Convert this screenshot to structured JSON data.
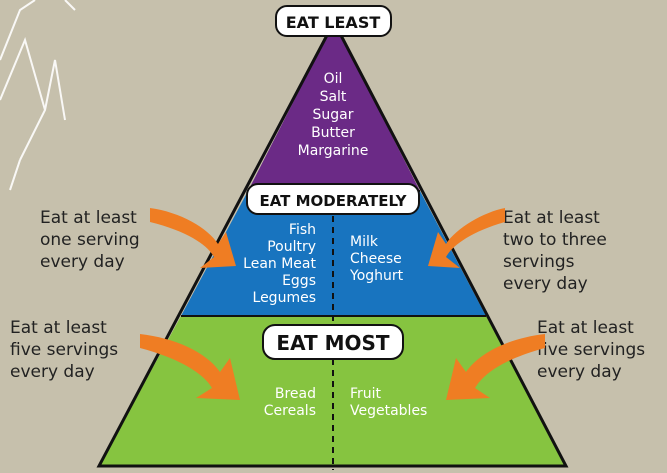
{
  "colors": {
    "background": "#c6c0ac",
    "top_tier": "#6b2a86",
    "middle_tier": "#1874bf",
    "bottom_tier": "#86c440",
    "arrow": "#ef7d23",
    "outline": "#111111"
  },
  "tiers": {
    "least": {
      "badge": "EAT LEAST",
      "foods": [
        "Oil",
        "Salt",
        "Sugar",
        "Butter",
        "Margarine"
      ]
    },
    "moderately": {
      "badge": "EAT MODERATELY",
      "left_foods": [
        "Fish",
        "Poultry",
        "Lean Meat",
        "Eggs",
        "Legumes"
      ],
      "right_foods": [
        "Milk",
        "Cheese",
        "Yoghurt"
      ]
    },
    "most": {
      "badge": "EAT MOST",
      "left_foods": [
        "Bread",
        "Cereals"
      ],
      "right_foods": [
        "Fruit",
        "Vegetables"
      ]
    }
  },
  "advice": {
    "moderately_left": [
      "Eat at least",
      "one serving",
      "every day"
    ],
    "moderately_right": [
      "Eat at least",
      "two to three",
      "servings",
      "every day"
    ],
    "most_left": [
      "Eat at least",
      "five servings",
      "every day"
    ],
    "most_right": [
      "Eat at least",
      "five servings",
      "every day"
    ]
  },
  "icons": {
    "arrow": "curved-arrow-icon"
  }
}
